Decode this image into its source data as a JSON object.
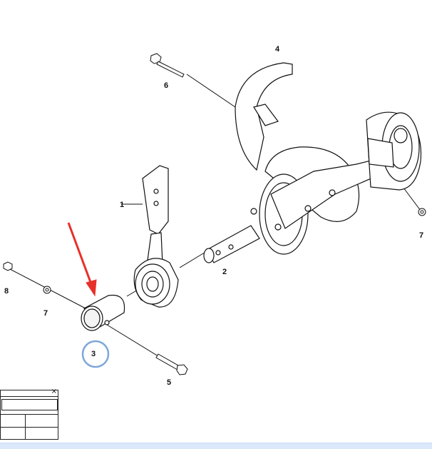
{
  "callouts": {
    "c1": "1",
    "c2": "2",
    "c3": "3",
    "c4": "4",
    "c5": "5",
    "c6": "6",
    "c7a": "7",
    "c7b": "7",
    "c8": "8"
  },
  "colors": {
    "highlight_arrow": "#e8302a",
    "highlight_circle": "#7da7d9",
    "bottom_strip": "#dbe8fb"
  },
  "panel": {
    "close_glyph": "×"
  }
}
